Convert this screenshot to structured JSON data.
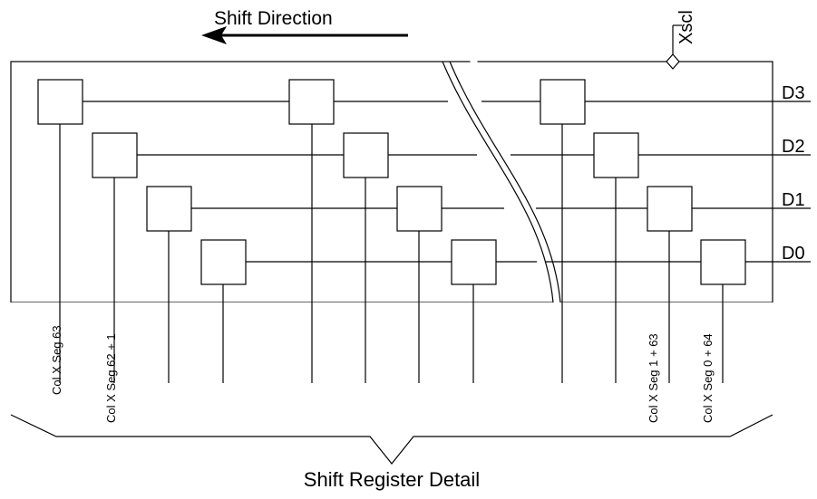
{
  "header": {
    "shift_direction": "Shift Direction"
  },
  "clock": {
    "label": "Xscl"
  },
  "data_lines": [
    {
      "label": "D3"
    },
    {
      "label": "D2"
    },
    {
      "label": "D1"
    },
    {
      "label": "D0"
    }
  ],
  "column_labels": [
    "Col X Seg 63",
    "Col X Seg 62 + 1",
    "Col X Seg 1 + 63",
    "Col X Seg 0 + 64"
  ],
  "caption": "Shift Register Detail"
}
